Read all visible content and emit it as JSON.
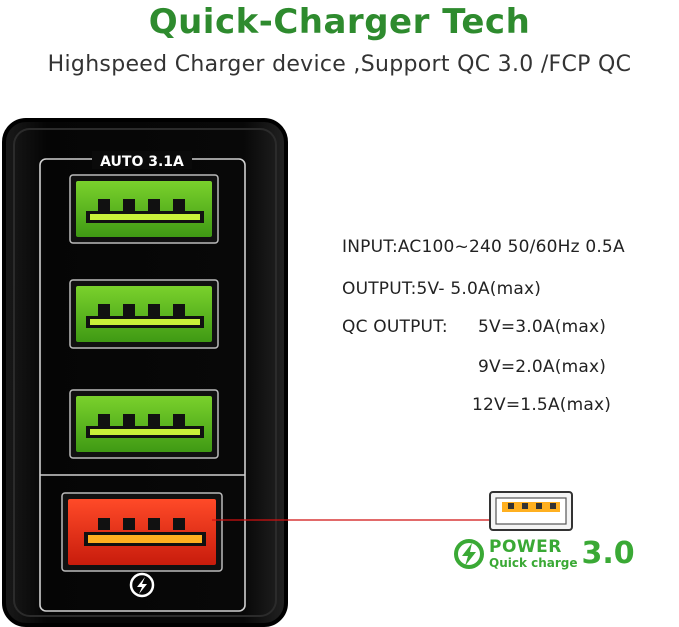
{
  "header": {
    "title": "Quick-Charger Tech",
    "subtitle": "Highspeed Charger device ,Support QC 3.0 /FCP QC"
  },
  "device": {
    "port_label": "AUTO 3.1A"
  },
  "specs": {
    "input": "INPUT:AC100~240 50/60Hz 0.5A",
    "output": "OUTPUT:5V- 5.0A(max)",
    "qc_label": "QC OUTPUT:",
    "qc_5v": "5V=3.0A(max)",
    "qc_9v": "9V=2.0A(max)",
    "qc_12v": "12V=1.5A(max)"
  },
  "badge": {
    "power": "POWER",
    "quick_charge": "Quick charge",
    "version": "3.0"
  },
  "colors": {
    "title_green": "#2e8b2e",
    "port_green": "#5cc21e",
    "port_red": "#e8301a",
    "badge_green": "#3aa935",
    "connector_line": "#d01010"
  },
  "icons": {
    "qc_port_icon": "lightning-circle-icon",
    "badge_icon": "lightning-circle-icon"
  }
}
